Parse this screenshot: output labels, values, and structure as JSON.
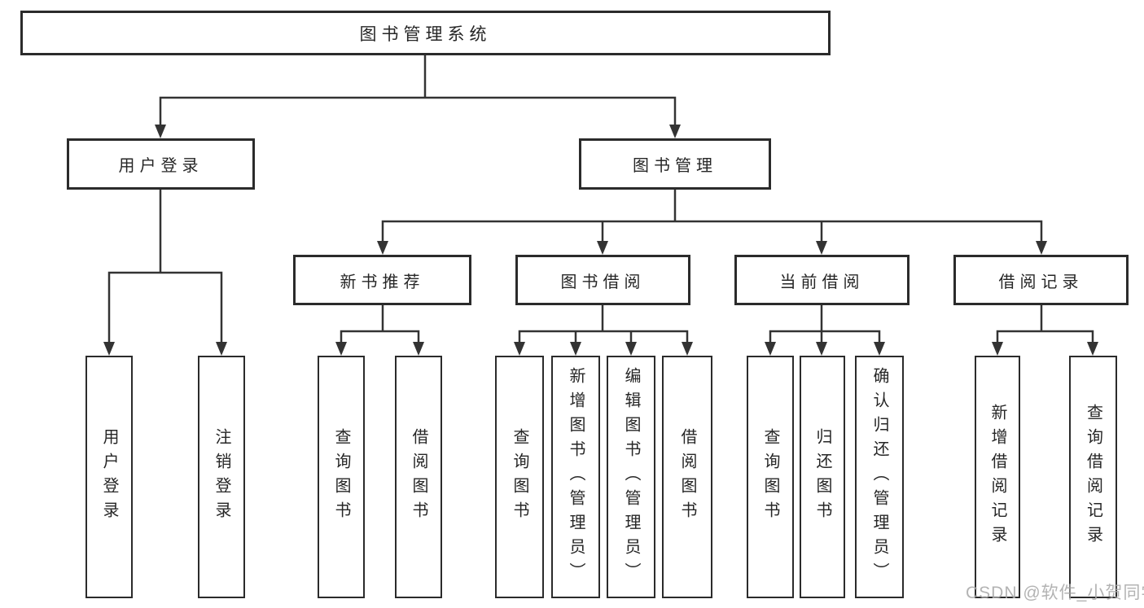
{
  "diagram": {
    "root": {
      "label": "图书管理系统"
    },
    "user_login": {
      "label": "用户登录",
      "children": {
        "login": {
          "label": "用户登录"
        },
        "logout": {
          "label": "注销登录"
        }
      }
    },
    "book_mgmt": {
      "label": "图书管理",
      "children": {
        "new_book": {
          "label": "新书推荐",
          "children": {
            "query": {
              "label": "查询图书"
            },
            "borrow": {
              "label": "借阅图书"
            }
          }
        },
        "borrow": {
          "label": "图书借阅",
          "children": {
            "query": {
              "label": "查询图书"
            },
            "add": {
              "label": "新增图书（管理员）"
            },
            "edit": {
              "label": "编辑图书（管理员）"
            },
            "borrow": {
              "label": "借阅图书"
            }
          }
        },
        "current": {
          "label": "当前借阅",
          "children": {
            "query": {
              "label": "查询图书"
            },
            "return": {
              "label": "归还图书"
            },
            "confirm": {
              "label": "确认归还（管理员）"
            }
          }
        },
        "records": {
          "label": "借阅记录",
          "children": {
            "add": {
              "label": "新增借阅记录"
            },
            "query": {
              "label": "查询借阅记录"
            }
          }
        }
      }
    }
  },
  "watermark": {
    "text": "CSDN @软件_小贺同学"
  },
  "colors": {
    "line": "#333333",
    "box_border": "#2b2b2b",
    "text": "#262626",
    "watermark": "#a8a8a8",
    "background": "#ffffff"
  }
}
